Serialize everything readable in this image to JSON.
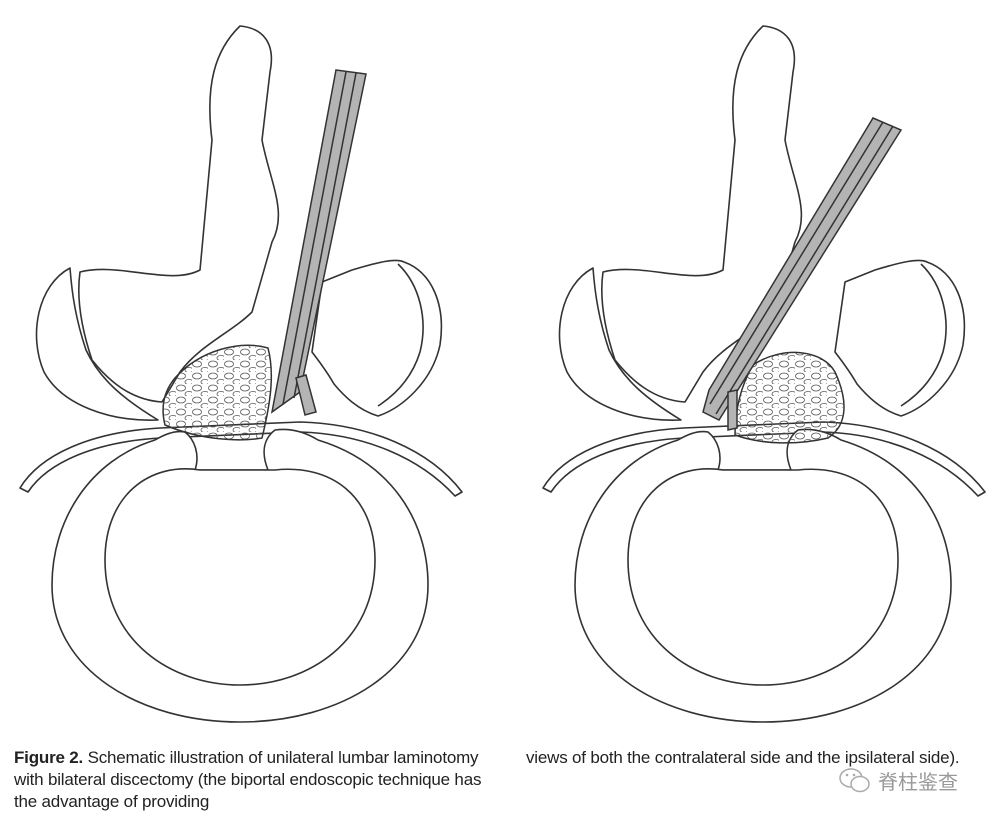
{
  "figure": {
    "label": "Figure 2.",
    "caption_col1": "Schematic illustration of unilateral lumbar laminotomy with bilateral discectomy (the biportal endoscopic technique has the advantage of providing",
    "caption_col2": "views of both the contralateral side and the ipsilateral side).",
    "panels": [
      "contralateral-view",
      "ipsilateral-view"
    ]
  },
  "watermark": {
    "text": "脊柱鉴查",
    "icon": "wechat-icon"
  },
  "colors": {
    "line": "#333333",
    "instrument": "#b4b4b4",
    "instrument_dark": "#777777"
  }
}
